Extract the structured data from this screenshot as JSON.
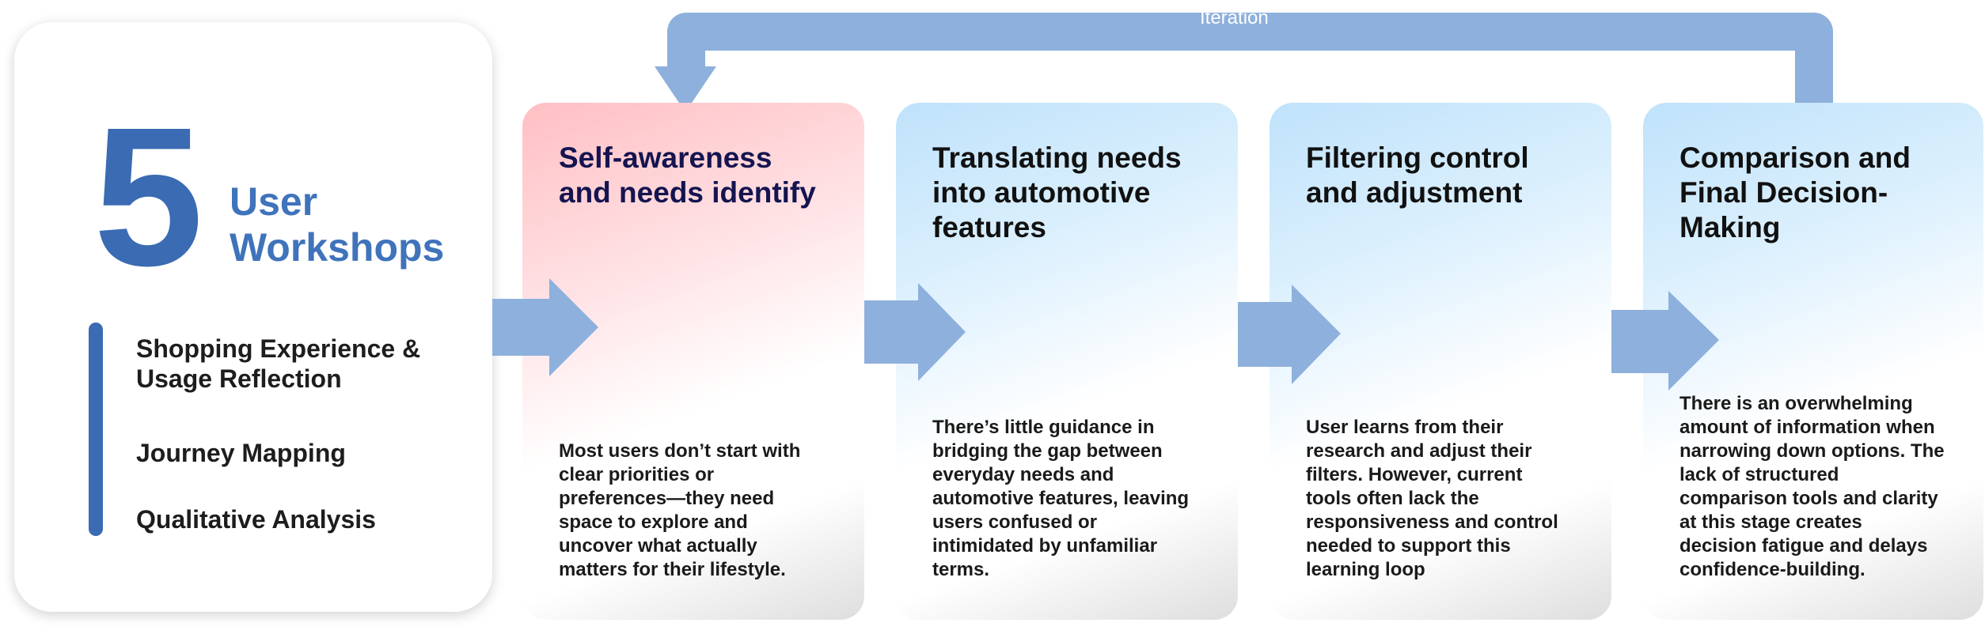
{
  "summary": {
    "number": "5",
    "label_line1": "User",
    "label_line2": "Workshops",
    "methods": [
      {
        "line1": "Shopping Experience &",
        "line2": "Usage Reflection"
      },
      {
        "line1": "Journey Mapping",
        "line2": ""
      },
      {
        "line1": "Qualitative Analysis",
        "line2": ""
      }
    ]
  },
  "iteration_label": "Iteration",
  "stages": [
    {
      "title": [
        "Self-awareness",
        "and needs identify"
      ],
      "desc": [
        "Most users don’t start with",
        "clear priorities or",
        "preferences—they need",
        "space to explore and",
        "uncover what actually",
        "matters for their lifestyle."
      ]
    },
    {
      "title": [
        "Translating needs",
        "into automotive",
        "features"
      ],
      "desc": [
        "There’s little guidance in",
        "bridging the gap between",
        "everyday needs and",
        "automotive features, leaving",
        "users confused or",
        "intimidated by unfamiliar",
        "terms."
      ]
    },
    {
      "title": [
        "Filtering control",
        "and adjustment"
      ],
      "desc": [
        "User learns from their",
        "research and adjust their",
        "filters. However, current",
        "tools often lack the",
        "responsiveness and control",
        "needed to support this",
        "learning loop"
      ]
    },
    {
      "title": [
        "Comparison and",
        "Final Decision-",
        "Making"
      ],
      "desc": [
        "There is an overwhelming",
        "amount of information when",
        "narrowing down options. The",
        "lack of structured",
        "comparison tools and clarity",
        "at this stage creates",
        "decision fatigue and delays",
        "confidence-building."
      ]
    }
  ],
  "colors": {
    "accent_dark": "#3a6bb3",
    "arrow": "#8eb0dc",
    "stage1_top": "#ffbfc3",
    "stage_other_top": "#bfe2fb"
  }
}
